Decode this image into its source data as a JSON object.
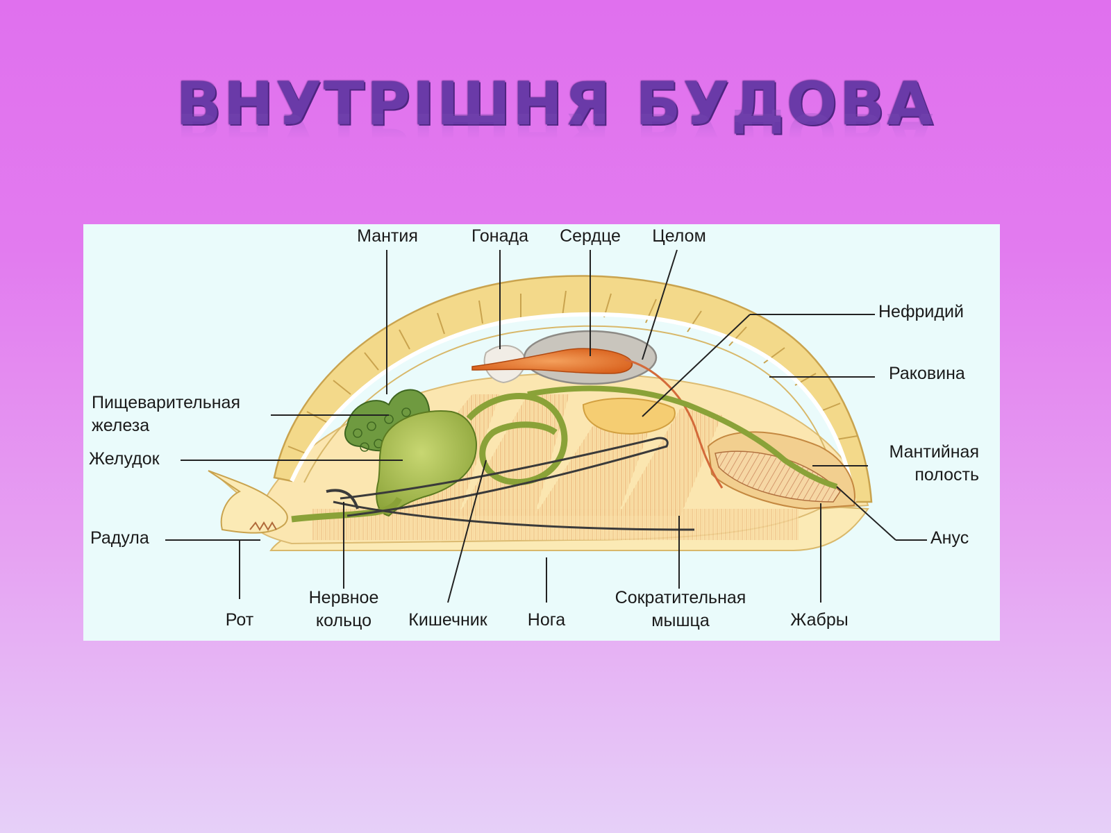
{
  "slide": {
    "title": "ВНУТРІШНЯ БУДОВА"
  },
  "diagram": {
    "labels": {
      "mantle": "Мантия",
      "gonad": "Гонада",
      "heart": "Сердце",
      "coelom": "Целом",
      "nephridium": "Нефридий",
      "shell": "Раковина",
      "digestive_gland": "Пищеварительная\nжелеза",
      "stomach": "Желудок",
      "mantle_cavity": "Мантийная\nполость",
      "radula": "Радула",
      "anus": "Анус",
      "mouth": "Рот",
      "nerve_ring": "Нервное\nкольцо",
      "intestine": "Кишечник",
      "foot": "Нога",
      "contractile_muscle": "Сократительная\nмышца",
      "gills": "Жабры"
    }
  },
  "colors": {
    "background_top": "#e070ee",
    "background_bottom": "#e6d0f8",
    "title": "#6a3aa8",
    "figure_bg": "#eafbfb",
    "shell_fill": "#f3d98a",
    "body_fill": "#fbeab5",
    "heart_fill": "#e8782c",
    "gut_fill": "#a7bd4a",
    "gland_fill": "#6f9a40"
  }
}
